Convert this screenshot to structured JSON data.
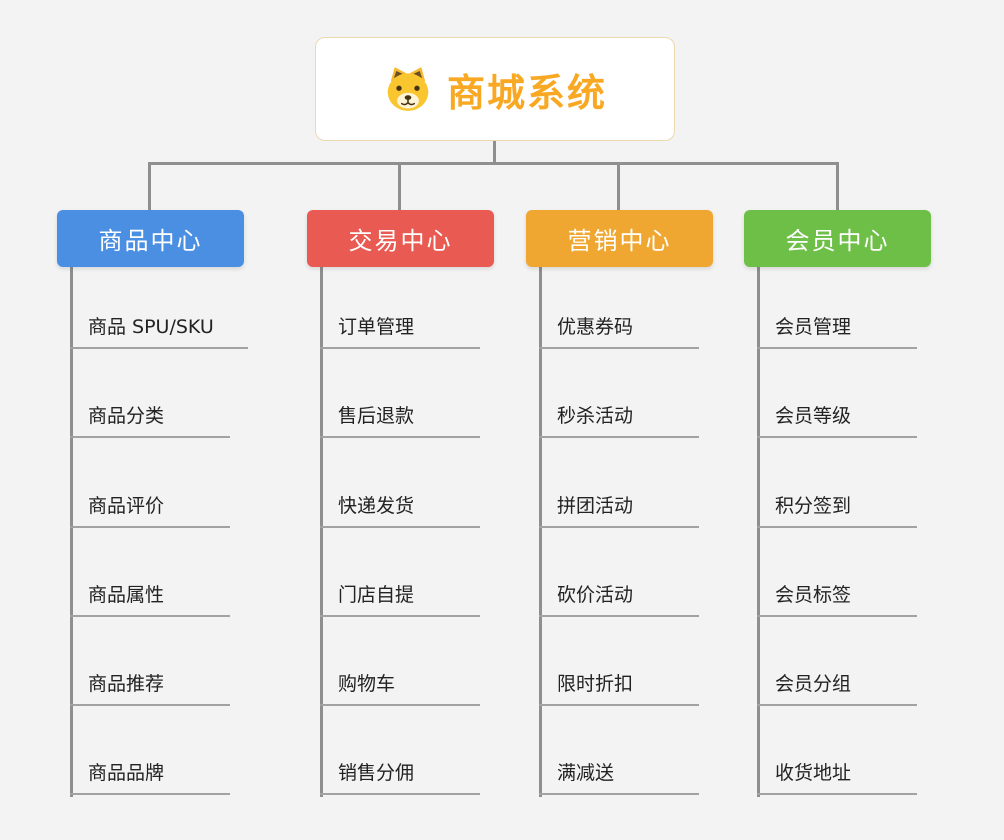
{
  "background": "#f3f3f3",
  "root": {
    "title": "商城系统",
    "title_color": "#f8a823",
    "icon": "dog-icon",
    "border_color": "#ecd9ae"
  },
  "connector_color": "#8f8f8f",
  "branches": [
    {
      "label": "商品中心",
      "color": "#4b8fe2",
      "children": [
        "商品 SPU/SKU",
        "商品分类",
        "商品评价",
        "商品属性",
        "商品推荐",
        "商品品牌"
      ]
    },
    {
      "label": "交易中心",
      "color": "#e85a52",
      "children": [
        "订单管理",
        "售后退款",
        "快递发货",
        "门店自提",
        "购物车",
        "销售分佣"
      ]
    },
    {
      "label": "营销中心",
      "color": "#efa732",
      "children": [
        "优惠券码",
        "秒杀活动",
        "拼团活动",
        "砍价活动",
        "限时折扣",
        "满减送"
      ]
    },
    {
      "label": "会员中心",
      "color": "#6dbf47",
      "children": [
        "会员管理",
        "会员等级",
        "积分签到",
        "会员标签",
        "会员分组",
        "收货地址"
      ]
    }
  ]
}
